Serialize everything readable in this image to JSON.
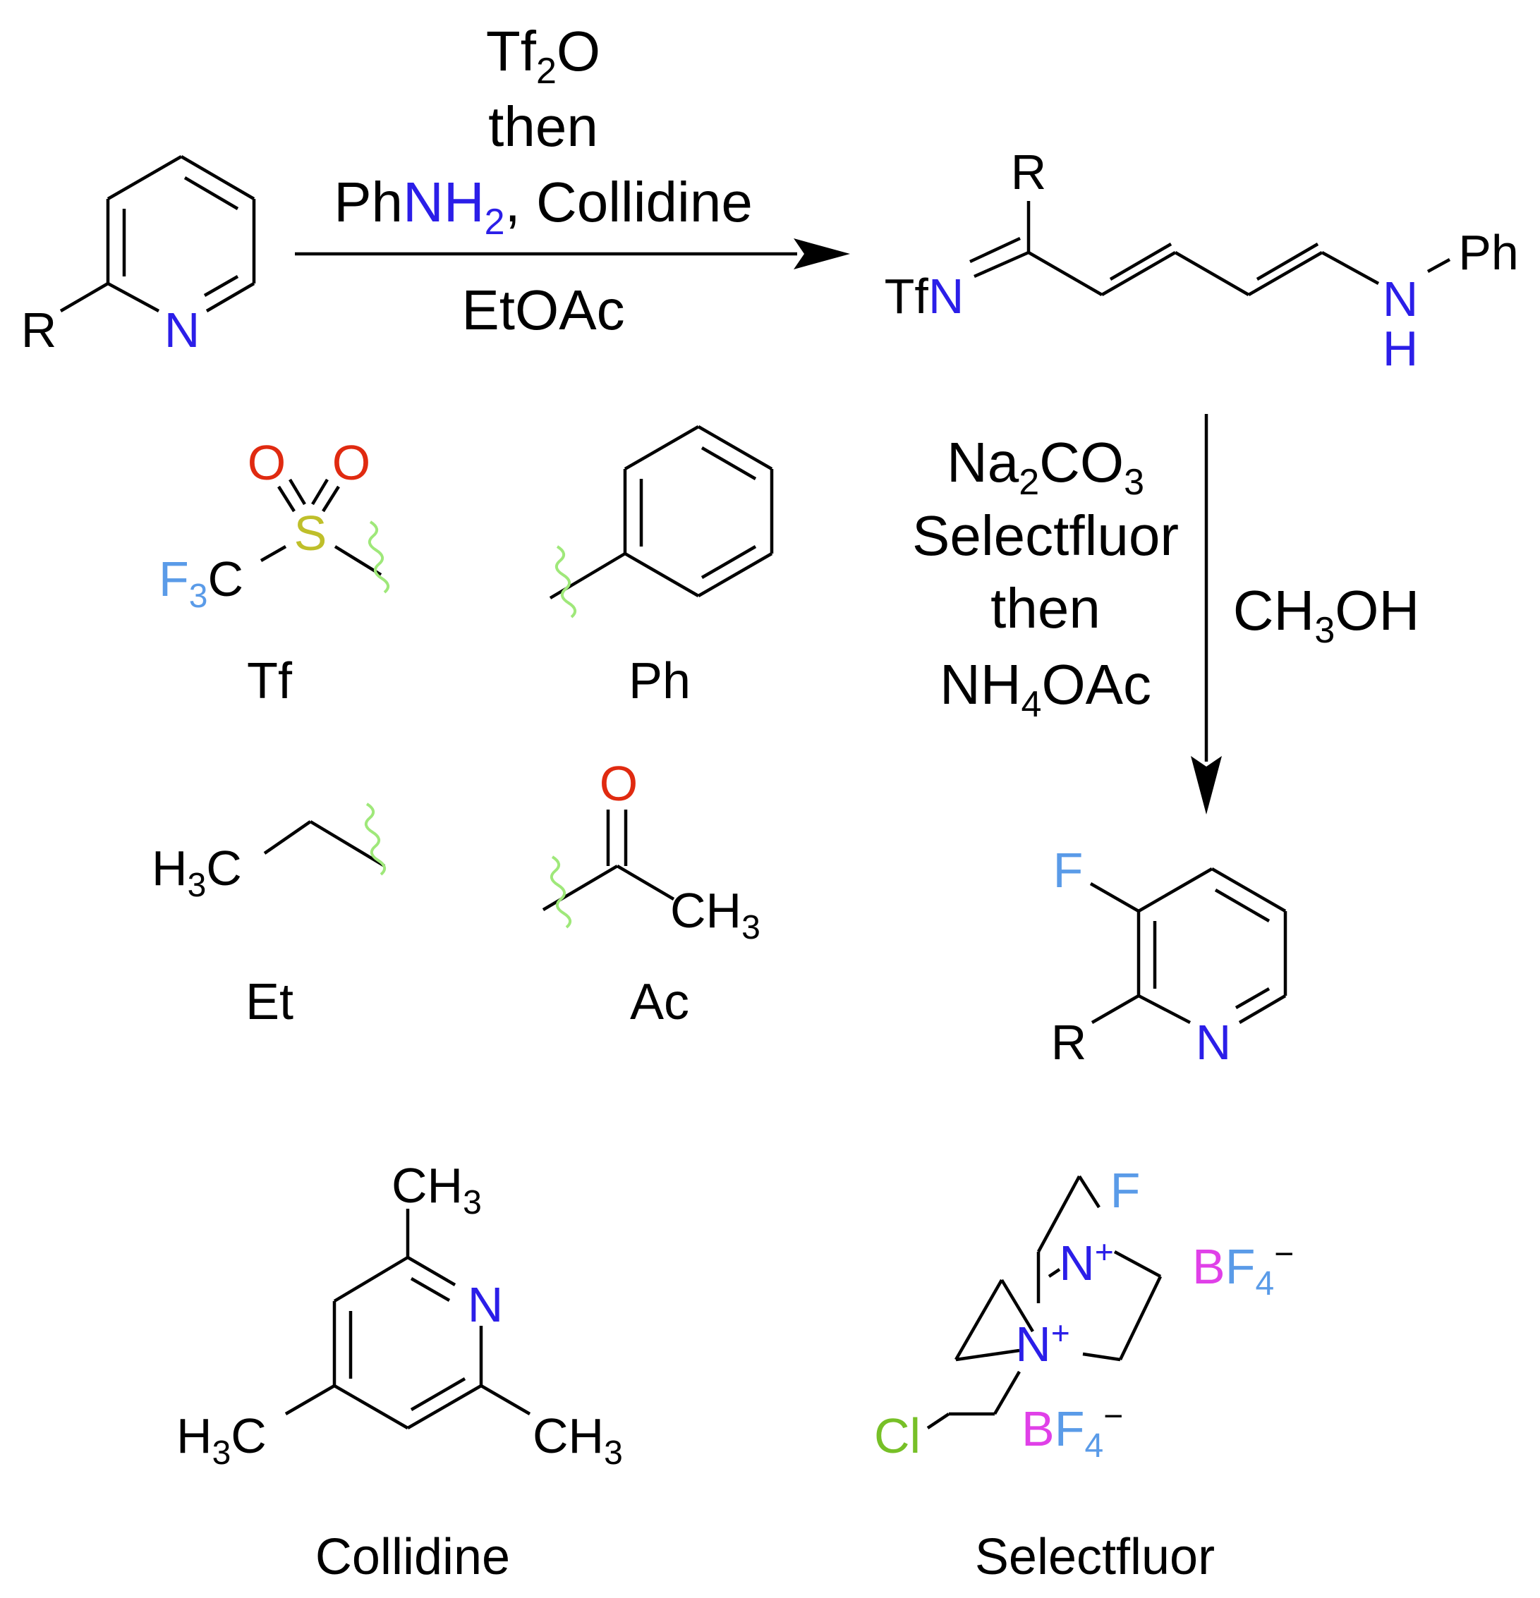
{
  "colors": {
    "black": "#000000",
    "nitrogen": "#2b1ee8",
    "oxygen": "#e02a10",
    "fluorine": "#5a9be8",
    "sulfur": "#bfbf2a",
    "chlorine": "#77c027",
    "boron": "#e040e8",
    "wavy_bond": "#9fe87a"
  },
  "step1": {
    "line1": {
      "a": "Tf",
      "sub": "2",
      "b": "O"
    },
    "line2": "then",
    "line3": {
      "a": "Ph",
      "b": "NH",
      "sub": "2",
      "c": ", Collidine"
    },
    "below": "EtOAc"
  },
  "step2": {
    "line1": {
      "a": "Na",
      "sub1": "2",
      "b": "CO",
      "sub2": "3"
    },
    "line2": "Selectfluor",
    "line3": "then",
    "line4": {
      "a": "NH",
      "sub": "4",
      "b": "OAc"
    },
    "side": {
      "a": "CH",
      "sub": "3",
      "b": "OH"
    }
  },
  "start": {
    "R": "R",
    "N": "N"
  },
  "intermediate": {
    "R": "R",
    "Tf": "Tf",
    "N_imine": "N",
    "N_amine": "N",
    "H": "H",
    "Ph": "Ph"
  },
  "product": {
    "F": "F",
    "R": "R",
    "N": "N"
  },
  "legend": {
    "tf": {
      "O1": "O",
      "O2": "O",
      "S": "S",
      "F": "F",
      "F_sub": "3",
      "C": "C",
      "caption": "Tf"
    },
    "ph": {
      "caption": "Ph"
    },
    "et": {
      "H": "H",
      "sub": "3",
      "C": "C",
      "caption": "Et"
    },
    "ac": {
      "O": "O",
      "CH": "CH",
      "sub": "3",
      "caption": "Ac"
    }
  },
  "collidine": {
    "N": "N",
    "top": {
      "a": "CH",
      "sub": "3"
    },
    "left": {
      "a": "H",
      "sub": "3",
      "b": "C"
    },
    "right": {
      "a": "CH",
      "sub": "3"
    },
    "caption": "Collidine"
  },
  "selectfluor": {
    "F": "F",
    "N1": "N",
    "plus1": "+",
    "N2": "N",
    "plus2": "+",
    "Cl": "Cl",
    "anion1": {
      "B": "B",
      "F": "F",
      "sub": "4",
      "charge": "−"
    },
    "anion2": {
      "B": "B",
      "F": "F",
      "sub": "4",
      "charge": "−"
    },
    "caption": "Selectfluor"
  }
}
